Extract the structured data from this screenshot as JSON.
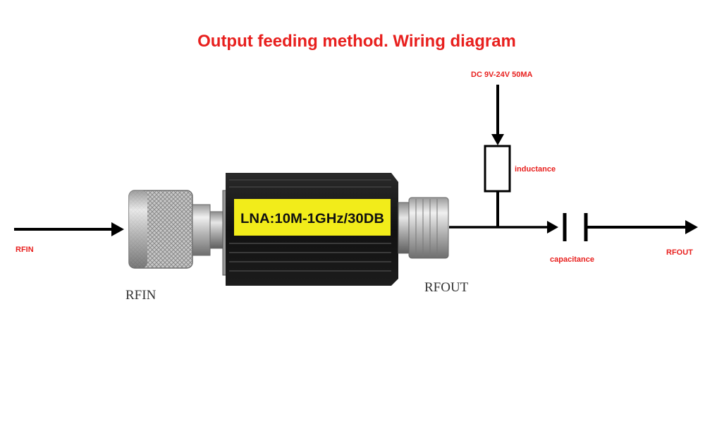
{
  "title": "Output feeding method. Wiring diagram",
  "labels": {
    "rfin_line": "RFIN",
    "rfin_device": "RFIN",
    "rfout_device": "RFOUT",
    "rfout_line": "RFOUT",
    "dc_supply": "DC 9V-24V 50MA",
    "inductance": "inductance",
    "capacitance": "capacitance"
  },
  "device": {
    "label": "LNA:10M-1GHz/30DB"
  },
  "colors": {
    "title": "#e8201e",
    "small_labels": "#e8201e",
    "device_body": "#141414",
    "device_label_bg": "#f2ec1a",
    "wires": "#000000"
  }
}
